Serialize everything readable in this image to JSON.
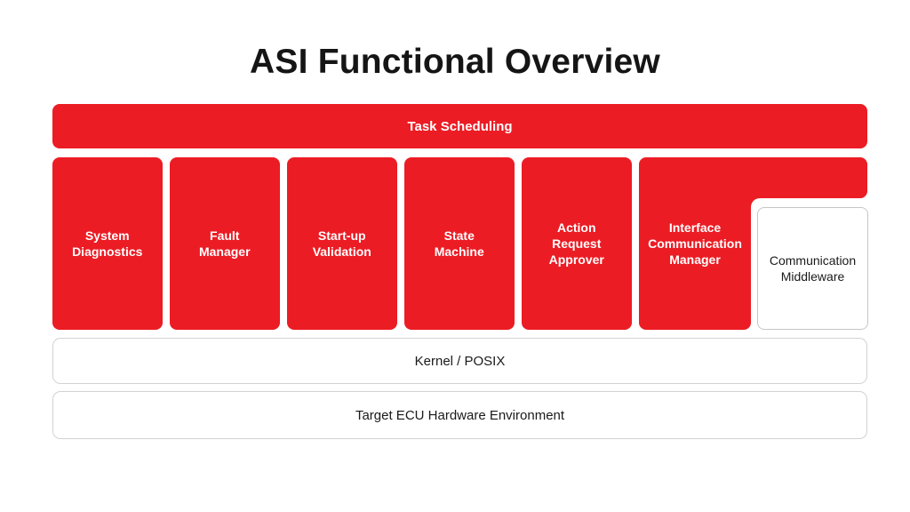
{
  "title": "ASI Functional Overview",
  "colors": {
    "red": "#ec1c24",
    "white": "#ffffff",
    "box_border": "#c6c6c6",
    "bar_border": "#d2d2d2",
    "text_dark": "#1a1a1a"
  },
  "task_bar": {
    "label": "Task Scheduling"
  },
  "modules": [
    {
      "label": "System Diagnostics",
      "lines": [
        "System",
        "Diagnostics"
      ]
    },
    {
      "label": "Fault Manager",
      "lines": [
        "Fault",
        "Manager"
      ]
    },
    {
      "label": "Start-up Validation",
      "lines": [
        "Start-up",
        "Validation"
      ]
    },
    {
      "label": "State Machine",
      "lines": [
        "State",
        "Machine"
      ]
    },
    {
      "label": "Action Request Approver",
      "lines": [
        "Action",
        "Request",
        "Approver"
      ]
    },
    {
      "label": "Interface Communication Manager",
      "lines": [
        "Interface",
        "Communication",
        "Manager"
      ]
    }
  ],
  "middleware_box": {
    "label": "Communication Middleware",
    "lines": [
      "Communication",
      "Middleware"
    ]
  },
  "platform_layers": [
    {
      "label": "Kernel / POSIX"
    },
    {
      "label": "Target ECU Hardware Environment"
    }
  ]
}
